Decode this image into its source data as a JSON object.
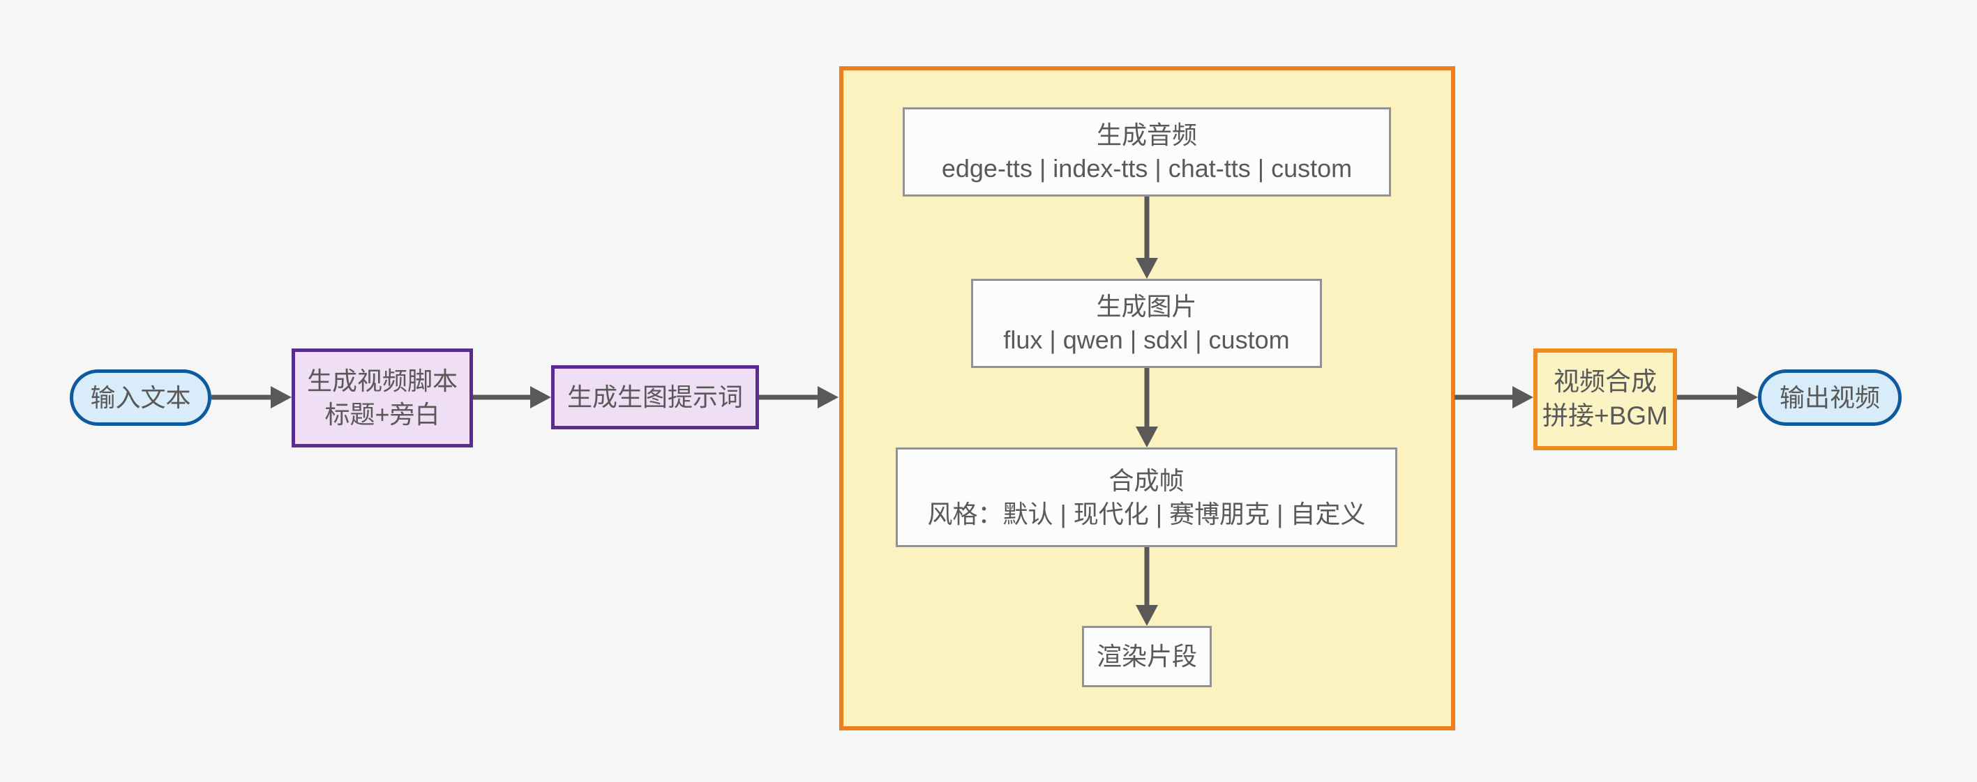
{
  "diagram": {
    "type": "flowchart",
    "direction": "left-to-right",
    "background": "#f6f6f6",
    "text_color": "#595959",
    "arrow_color": "#595959",
    "nodes": {
      "input": {
        "label": "输入文本",
        "shape": "pill",
        "fill": "#d8ecf9",
        "border": "#0e5a9d"
      },
      "script": {
        "line1": "生成视频脚本",
        "line2": "标题+旁白",
        "shape": "rect",
        "fill": "#f0def4",
        "border": "#5b2c90"
      },
      "prompt": {
        "label": "生成生图提示词",
        "shape": "rect",
        "fill": "#f0def4",
        "border": "#5b2c90"
      },
      "pipeline_group": {
        "label": "",
        "shape": "container",
        "fill": "#fbf2c0",
        "border": "#ee7f1d"
      },
      "audio": {
        "line1": "生成音频",
        "line2": "edge-tts | index-tts | chat-tts | custom",
        "shape": "rect",
        "fill": "#fcfcfc",
        "border": "#929292"
      },
      "image": {
        "line1": "生成图片",
        "line2": "flux | qwen | sdxl | custom",
        "shape": "rect",
        "fill": "#fcfcfc",
        "border": "#929292"
      },
      "frame": {
        "line1": "合成帧",
        "line2": "风格：默认 | 现代化 | 赛博朋克 | 自定义",
        "shape": "rect",
        "fill": "#fcfcfc",
        "border": "#929292"
      },
      "render": {
        "label": "渲染片段",
        "shape": "rect",
        "fill": "#fcfcfc",
        "border": "#929292"
      },
      "compose": {
        "line1": "视频合成",
        "line2": "拼接+BGM",
        "shape": "rect",
        "fill": "#fcf3c4",
        "border": "#ef8a1f"
      },
      "output": {
        "label": "输出视频",
        "shape": "pill",
        "fill": "#d8ecf9",
        "border": "#0e5a9d"
      }
    },
    "edges": [
      {
        "from": "input",
        "to": "script"
      },
      {
        "from": "script",
        "to": "prompt"
      },
      {
        "from": "prompt",
        "to": "pipeline_group"
      },
      {
        "from": "audio",
        "to": "image"
      },
      {
        "from": "image",
        "to": "frame"
      },
      {
        "from": "frame",
        "to": "render"
      },
      {
        "from": "pipeline_group",
        "to": "compose"
      },
      {
        "from": "compose",
        "to": "output"
      }
    ]
  }
}
